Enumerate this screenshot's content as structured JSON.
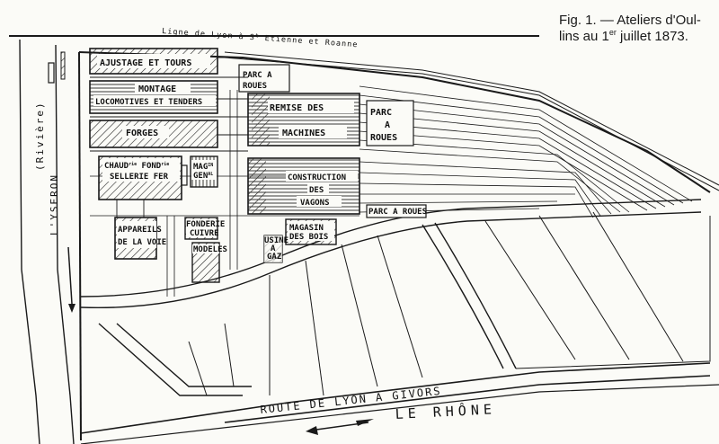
{
  "caption": {
    "line1": "Fig. 1. — Ateliers d'Oul-",
    "line2_pre": "lins au 1",
    "line2_sup": "er",
    "line2_post": " juillet 1873."
  },
  "rail": {
    "name_a": "Ligne de Lyon à S",
    "name_sup": "t",
    "name_b": " Etienne et Roanne"
  },
  "river_left": {
    "name": "L'YSERON",
    "type": "(Rivière)"
  },
  "road_bottom": "ROUTE DE LYON A GIVORS",
  "river_bottom": "LE RHÔNE",
  "buildings": {
    "ajustage": "AJUSTAGE ET TOURS",
    "montage_1": "MONTAGE",
    "montage_2": "LOCOMOTIVES ET TENDERS",
    "forges": "FORGES",
    "chaud_1": "CHAUD",
    "chaud_1_sup": "rie",
    "chaud_1b": " FOND",
    "chaud_1b_sup": "rie",
    "chaud_2": "SELLERIE FER",
    "mag_1": "MAG",
    "mag_1_sup": "IN",
    "mag_2": "GEN",
    "mag_2_sup": "AL",
    "appareils_1": "APPAREILS",
    "appareils_2": "DE LA VOIE",
    "fonderie_1": "FONDERIE",
    "fonderie_2": "CUIVRE",
    "modeles": "MODELES",
    "remise_1": "REMISE DES",
    "remise_2": "MACHINES",
    "parc_roues_a_1": "PARC A",
    "parc_roues_a_2": "ROUES",
    "parc_roues_b_1": "PARC",
    "parc_roues_b_2": "A",
    "parc_roues_b_3": "ROUES",
    "construction_1": "CONSTRUCTION",
    "construction_2": "DES",
    "construction_3": "VAGONS",
    "parc_roues_c": "PARC A ROUES",
    "magasin_1": "MAGASIN",
    "magasin_2": "DES BOIS",
    "usine_1": "USINE",
    "usine_2": "A",
    "usine_3": "GAZ"
  },
  "colors": {
    "ink": "#1a1a1a",
    "paper": "#fbfbf7"
  }
}
